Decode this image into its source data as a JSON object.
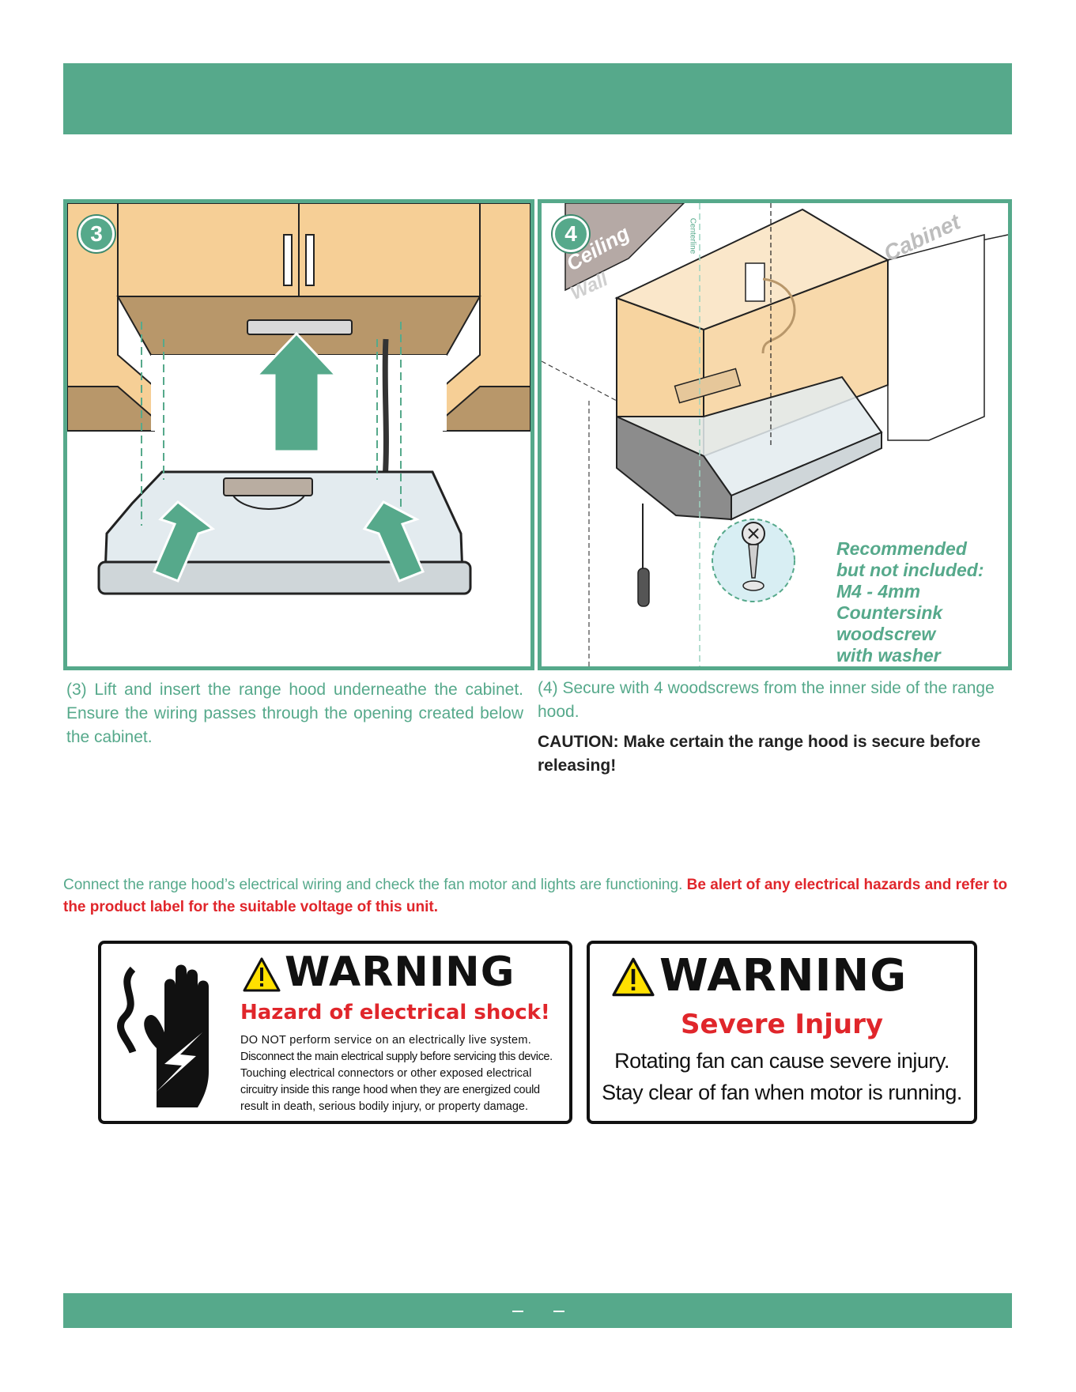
{
  "header": {
    "title": ""
  },
  "step3": {
    "badge": "3",
    "caption": "(3) Lift and insert the range hood underneathe the cabinet.  Ensure the wiring passes through the opening created below the cabinet."
  },
  "step4": {
    "badge": "4",
    "caption": "(4) Secure with 4 woodscrews from the inner side of the range hood.",
    "caution": "CAUTION: Make certain the range hood is secure before releasing!",
    "labels": {
      "ceiling": "Ceiling",
      "wall": "Wall",
      "cabinet": "Cabinet",
      "centerline": "Centerline"
    },
    "recommended": [
      "Recommended",
      "but not included:",
      "M4 - 4mm",
      "Countersink",
      "woodscrew",
      "with washer"
    ]
  },
  "intro": {
    "text": "Connect the range hood’s electrical wiring and check the fan motor and lights are functioning.",
    "alert": "Be alert of any electrical hazards and refer to the product label for the suitable voltage of this unit."
  },
  "warning_shock": {
    "title": "WARNING",
    "subtitle": "Hazard of electrical shock!",
    "lines": [
      "DO NOT perform service on an electrically live system.",
      "Disconnect the main electrical supply before servicing this device.",
      "Touching electrical connectors or other exposed electrical",
      "circuitry inside this range hood when they are energized could",
      "result in death, serious bodily injury, or property damage."
    ]
  },
  "warning_fan": {
    "title": "WARNING",
    "subtitle": "Severe Injury",
    "lines": [
      "Rotating fan can cause severe injury.",
      "Stay clear of fan when motor is running."
    ]
  },
  "footer": {
    "page": ""
  },
  "colors": {
    "accent": "#56a98b",
    "alert": "#e0262b",
    "cabinet": "#f6cf96",
    "cabinet_shade": "#b8976a"
  }
}
